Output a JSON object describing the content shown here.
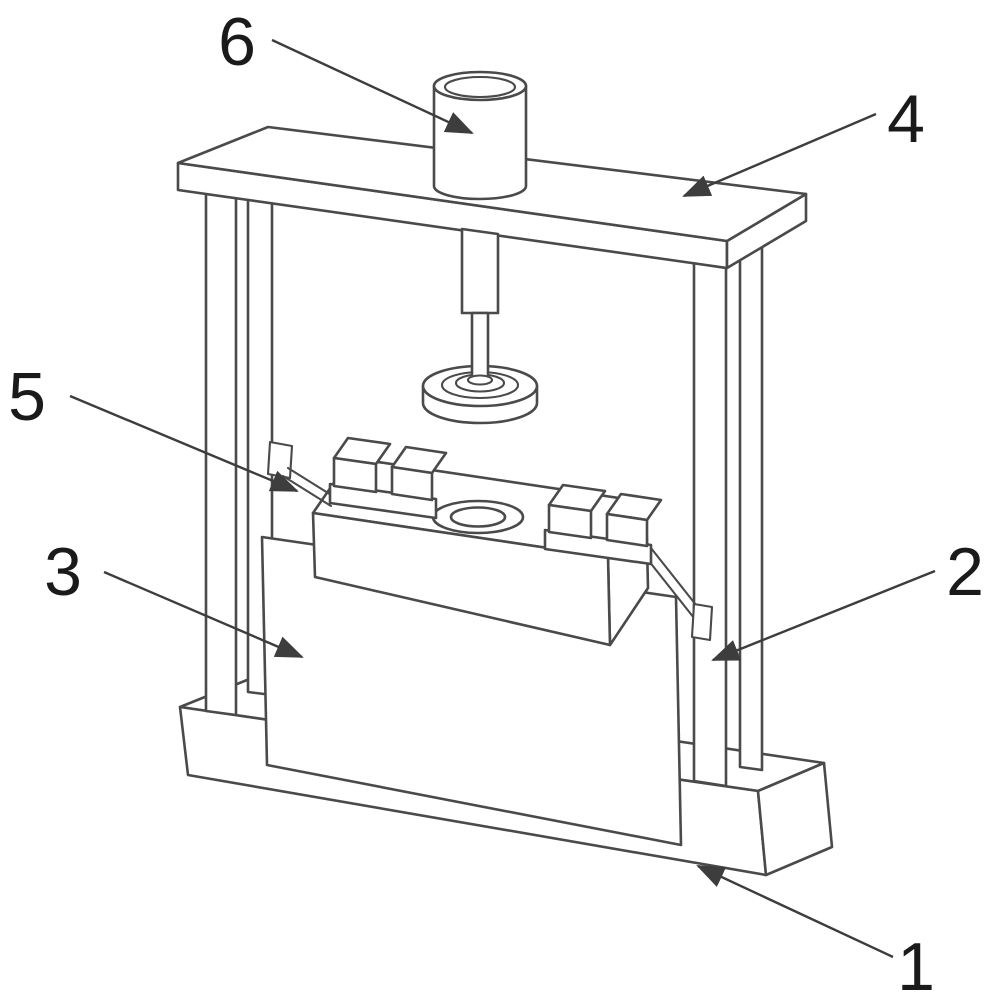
{
  "figure": {
    "background_color": "#ffffff",
    "line_color": "#4a4a4a",
    "leader_color": "#3d3d3d",
    "label_color": "#1a1a1a",
    "labels": [
      {
        "text": "1"
      },
      {
        "text": "2"
      },
      {
        "text": "3"
      },
      {
        "text": "4"
      },
      {
        "text": "5"
      },
      {
        "text": "6"
      }
    ]
  }
}
